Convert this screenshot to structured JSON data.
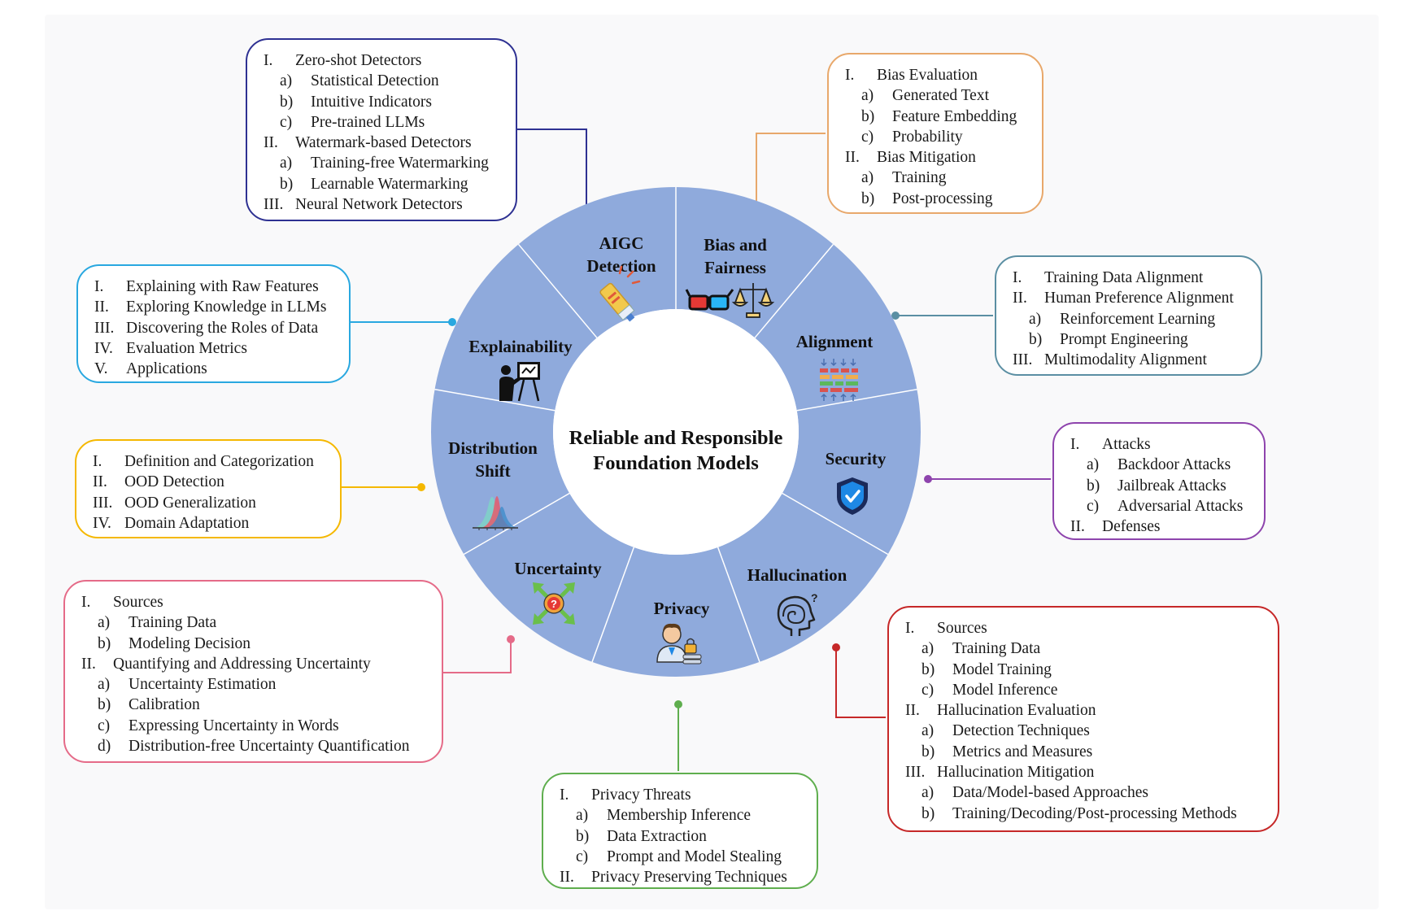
{
  "center": {
    "line1": "Reliable and Responsible",
    "line2": "Foundation Models"
  },
  "segments": [
    {
      "key": "aigc",
      "line1": "AIGC",
      "line2": "Detection",
      "icon": "pen-detector-icon"
    },
    {
      "key": "bias",
      "line1": "Bias and",
      "line2": "Fairness",
      "icon": "glasses-scale-icon"
    },
    {
      "key": "alignment",
      "line1": "Alignment",
      "icon": "aligned-bars-icon"
    },
    {
      "key": "security",
      "line1": "Security",
      "icon": "shield-icon"
    },
    {
      "key": "hallucination",
      "line1": "Hallucination",
      "icon": "spiral-head-icon"
    },
    {
      "key": "privacy",
      "line1": "Privacy",
      "icon": "user-lock-icon"
    },
    {
      "key": "uncertainty",
      "line1": "Uncertainty",
      "icon": "question-arrows-icon"
    },
    {
      "key": "distribution",
      "line1": "Distribution",
      "line2": "Shift",
      "icon": "distribution-curves-icon"
    },
    {
      "key": "explainability",
      "line1": "Explainability",
      "icon": "presenter-icon"
    }
  ],
  "colors": {
    "ring": "#8faadc",
    "aigc": "#2e3192",
    "bias": "#e8a86b",
    "alignment": "#5b8fa3",
    "security": "#8e44ad",
    "hallucination": "#c62828",
    "privacy": "#5fae4e",
    "uncertainty": "#e56b88",
    "distribution": "#f5b800",
    "explainability": "#29a8e0"
  },
  "boxes": {
    "aigc": [
      {
        "num": "I.",
        "text": "Zero-shot Detectors"
      },
      {
        "num": "a)",
        "text": "Statistical Detection",
        "sub": true
      },
      {
        "num": "b)",
        "text": "Intuitive Indicators",
        "sub": true
      },
      {
        "num": "c)",
        "text": "Pre-trained LLMs",
        "sub": true
      },
      {
        "num": "II.",
        "text": "Watermark-based Detectors"
      },
      {
        "num": "a)",
        "text": "Training-free Watermarking",
        "sub": true
      },
      {
        "num": "b)",
        "text": "Learnable Watermarking",
        "sub": true
      },
      {
        "num": "III.",
        "text": "Neural Network Detectors"
      }
    ],
    "bias": [
      {
        "num": "I.",
        "text": "Bias Evaluation"
      },
      {
        "num": "a)",
        "text": "Generated Text",
        "sub": true
      },
      {
        "num": "b)",
        "text": "Feature Embedding",
        "sub": true
      },
      {
        "num": "c)",
        "text": "Probability",
        "sub": true
      },
      {
        "num": "II.",
        "text": "Bias Mitigation"
      },
      {
        "num": "a)",
        "text": "Training",
        "sub": true
      },
      {
        "num": "b)",
        "text": "Post-processing",
        "sub": true
      }
    ],
    "alignment": [
      {
        "num": "I.",
        "text": "Training Data Alignment"
      },
      {
        "num": "II.",
        "text": "Human Preference Alignment"
      },
      {
        "num": "a)",
        "text": "Reinforcement Learning",
        "sub": true
      },
      {
        "num": "b)",
        "text": "Prompt Engineering",
        "sub": true
      },
      {
        "num": "III.",
        "text": "Multimodality Alignment"
      }
    ],
    "security": [
      {
        "num": "I.",
        "text": "Attacks"
      },
      {
        "num": "a)",
        "text": "Backdoor Attacks",
        "sub": true
      },
      {
        "num": "b)",
        "text": "Jailbreak Attacks",
        "sub": true
      },
      {
        "num": "c)",
        "text": "Adversarial Attacks",
        "sub": true
      },
      {
        "num": "II.",
        "text": "Defenses"
      }
    ],
    "hallucination": [
      {
        "num": "I.",
        "text": "Sources"
      },
      {
        "num": "a)",
        "text": "Training Data",
        "sub": true
      },
      {
        "num": "b)",
        "text": "Model Training",
        "sub": true
      },
      {
        "num": "c)",
        "text": "Model Inference",
        "sub": true
      },
      {
        "num": "II.",
        "text": "Hallucination Evaluation"
      },
      {
        "num": "a)",
        "text": "Detection Techniques",
        "sub": true
      },
      {
        "num": "b)",
        "text": "Metrics and Measures",
        "sub": true
      },
      {
        "num": "III.",
        "text": "Hallucination Mitigation"
      },
      {
        "num": "a)",
        "text": "Data/Model-based Approaches",
        "sub": true
      },
      {
        "num": "b)",
        "text": "Training/Decoding/Post-processing Methods",
        "sub": true
      }
    ],
    "privacy": [
      {
        "num": "I.",
        "text": "Privacy Threats"
      },
      {
        "num": "a)",
        "text": "Membership Inference",
        "sub": true
      },
      {
        "num": "b)",
        "text": "Data Extraction",
        "sub": true
      },
      {
        "num": "c)",
        "text": "Prompt and Model Stealing",
        "sub": true
      },
      {
        "num": "II.",
        "text": "Privacy  Preserving Techniques"
      }
    ],
    "uncertainty": [
      {
        "num": "I.",
        "text": "Sources"
      },
      {
        "num": "a)",
        "text": "Training Data",
        "sub": true
      },
      {
        "num": "b)",
        "text": "Modeling Decision",
        "sub": true
      },
      {
        "num": "II.",
        "text": "Quantifying and Addressing Uncertainty"
      },
      {
        "num": "a)",
        "text": "Uncertainty Estimation",
        "sub": true
      },
      {
        "num": "b)",
        "text": "Calibration",
        "sub": true
      },
      {
        "num": "c)",
        "text": "Expressing Uncertainty in Words",
        "sub": true
      },
      {
        "num": "d)",
        "text": "Distribution-free Uncertainty Quantification",
        "sub": true
      }
    ],
    "distribution": [
      {
        "num": "I.",
        "text": "Definition and Categorization"
      },
      {
        "num": "II.",
        "text": "OOD Detection"
      },
      {
        "num": "III.",
        "text": "OOD Generalization"
      },
      {
        "num": "IV.",
        "text": "Domain Adaptation"
      }
    ],
    "explainability": [
      {
        "num": "I.",
        "text": "Explaining with Raw Features"
      },
      {
        "num": "II.",
        "text": "Exploring Knowledge in LLMs"
      },
      {
        "num": "III.",
        "text": "Discovering the Roles of Data"
      },
      {
        "num": "IV.",
        "text": "Evaluation Metrics"
      },
      {
        "num": "V.",
        "text": "Applications"
      }
    ]
  }
}
